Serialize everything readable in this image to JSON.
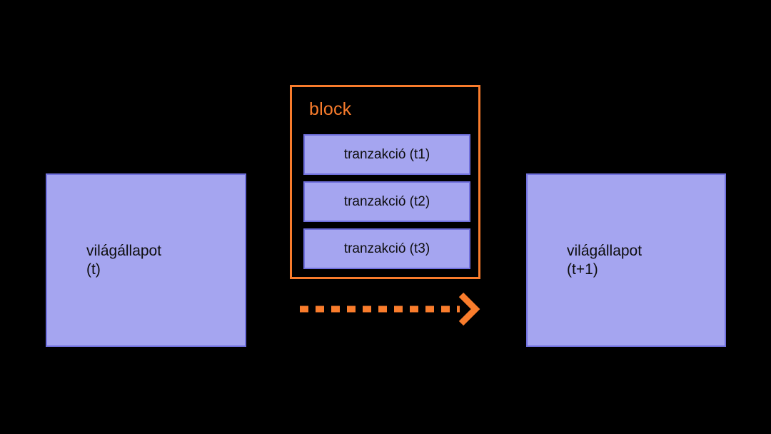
{
  "diagram": {
    "title_text": "",
    "colors": {
      "background": "#000000",
      "box_fill": "#a5a5f0",
      "box_border": "#7070dd",
      "accent_orange": "#f97c2c",
      "text": "#0d0d0d"
    },
    "states": [
      {
        "id": "state-t",
        "label": "világállapot\n(t)"
      },
      {
        "id": "state-t1",
        "label": "világállapot\n(t+1)"
      }
    ],
    "block": {
      "title": "block",
      "transactions": [
        {
          "label": "tranzakció (t1)"
        },
        {
          "label": "tranzakció (t2)"
        },
        {
          "label": "tranzakció (t3)"
        }
      ]
    },
    "arrow": {
      "name": "state-transition-arrow",
      "style": "dashed",
      "direction": "left-to-right",
      "color": "#f97c2c"
    }
  }
}
